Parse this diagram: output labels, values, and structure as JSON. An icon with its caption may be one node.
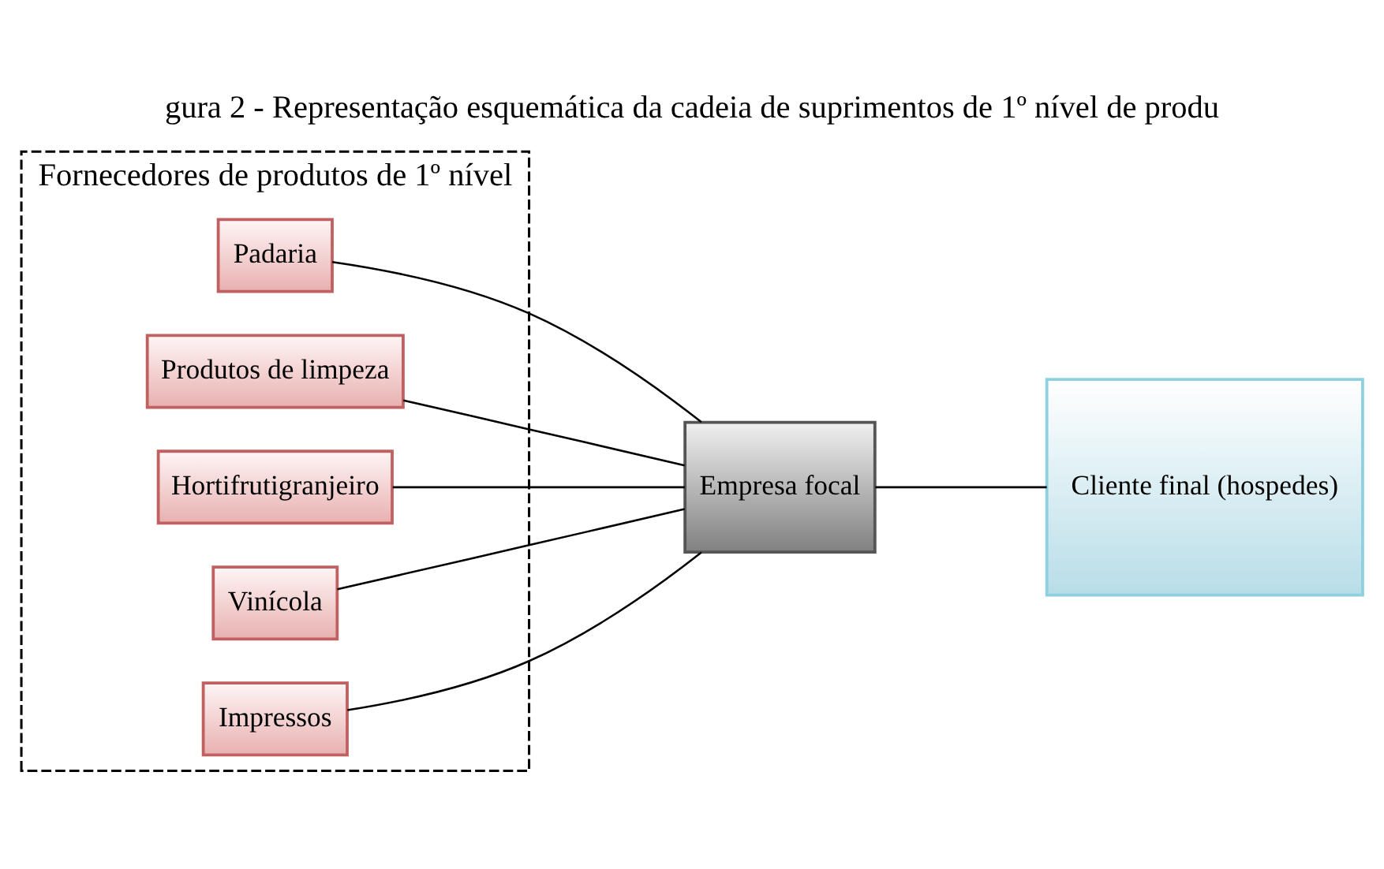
{
  "diagram": {
    "title": "gura 2 - Representação esquemática da cadeia de suprimentos de 1º nível de produ",
    "nodes": [
      {
        "text": [
          "Fornecedores de produtos de 1º nível"
        ]
      },
      {
        "text": [
          "Padaria"
        ],
        "in": 0
      },
      {
        "text": [
          "Produtos de limpeza"
        ],
        "in": 0
      },
      {
        "text": [
          "Hortifrutigranjeiro"
        ],
        "in": 0
      },
      {
        "text": [
          "Vinícola"
        ],
        "in": 0
      },
      {
        "text": [
          "Impressos"
        ],
        "in": 0
      },
      {
        "text": [
          "Empresa focal"
        ]
      },
      {
        "text": [
          "Cliente final (hospedes)"
        ]
      }
    ],
    "edges": [
      {
        "from": 1,
        "to": 6,
        "arrow": "none"
      },
      {
        "from": 2,
        "to": 6,
        "arrow": "none"
      },
      {
        "from": 3,
        "to": 6,
        "arrow": "none"
      },
      {
        "from": 4,
        "to": 6,
        "arrow": "none"
      },
      {
        "from": 5,
        "to": 6,
        "arrow": "none"
      },
      {
        "from": 6,
        "to": 7,
        "arrow": "none"
      }
    ]
  }
}
